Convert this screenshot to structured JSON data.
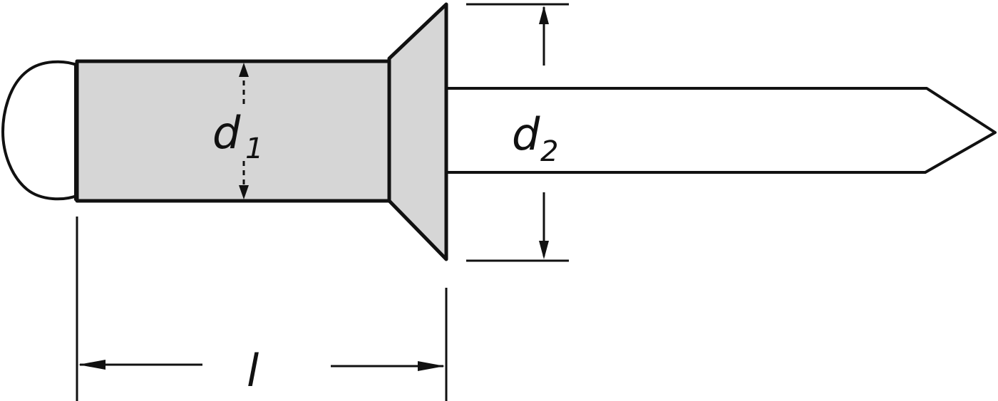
{
  "colors": {
    "line": "#111111",
    "body_fill": "#d6d6d6",
    "background": "#ffffff"
  },
  "labels": {
    "d1_main": "d",
    "d1_sub": "1",
    "d2_main": "d",
    "d2_sub": "2",
    "length": "l"
  }
}
